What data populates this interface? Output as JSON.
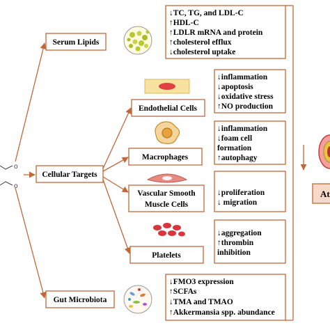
{
  "nodes": {
    "serum_lipids": "Serum Lipids",
    "cellular_targets": "Cellular Targets",
    "endothelial_cells": "Endothelial Cells",
    "macrophages": "Macrophages",
    "vsmc_line1": "Vascular Smooth",
    "vsmc_line2": "Muscle Cells",
    "platelets": "Platelets",
    "gut_microbiota": "Gut Microbiota",
    "outcome_partial": "At"
  },
  "effects": {
    "serum_lipids": [
      "↓TC, TG, and LDL-C",
      "↑HDL-C",
      "↑LDLR mRNA and protein",
      "↑cholesterol efflux",
      "↓cholesterol uptake"
    ],
    "endothelial": [
      "↓inflammation",
      "↓apoptosis",
      "↓oxidative stress",
      "↑NO production"
    ],
    "macrophages": [
      "↓inflammation",
      "↓foam cell",
      "formation",
      "↑autophagy"
    ],
    "vsmc": [
      "↓proliferation",
      "↓ migration"
    ],
    "platelets": [
      "↓aggregation",
      "↑thrombin",
      "inhibition"
    ],
    "gut": [
      "↓FMO3 expression",
      "↑SCFAs",
      "↓TMA and TMAO",
      "↑Akkermansia spp. abundance"
    ]
  },
  "colors": {
    "arrow": "#c0683a",
    "outcome_box": "#f8d8c8",
    "lipid_green": "#b5c832",
    "cell_red": "#e04040",
    "macrophage_orange": "#e8a23c",
    "vsmc_pink": "#e88a82",
    "platelet_red": "#d8363c"
  },
  "icons": [
    "lipid-droplets-icon",
    "endothelial-cell-icon",
    "macrophage-icon",
    "smooth-muscle-cell-icon",
    "platelets-icon",
    "microbiota-icon",
    "artery-icon"
  ]
}
